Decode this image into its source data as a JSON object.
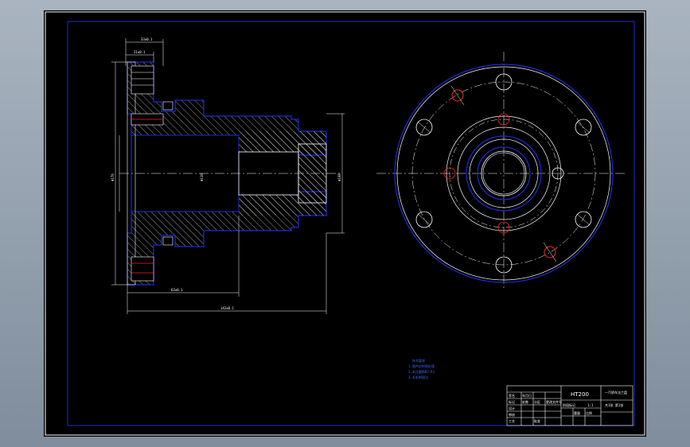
{
  "drawing": {
    "colors": {
      "frame": "#ffffff",
      "border": "#1f2bd6",
      "line": "#ffffff",
      "hatch": "#ffffff",
      "dim": "#ffffff",
      "center": "#ffffff",
      "highlight": "#ff2222",
      "note": "#3b6bff"
    },
    "dimensions": {
      "top_outer": "33±0.1",
      "top_inner": "21±0.1",
      "left_dia": "Φ170",
      "bore_dia": "Φ110",
      "right_dia": "Φ108",
      "bottom_inner": "63±0.1",
      "bottom_outer": "142±0.1"
    },
    "notes": [
      "技术要求",
      "1.铸件应时效处理",
      "2.未注圆角R2-R3",
      "3.去毛刺锐边"
    ],
    "title_block": {
      "material": "HT200",
      "part_name": "一汽轿车法兰盘",
      "scale": "1:1",
      "sheet": "共1张 第1张",
      "row_labels": [
        "标记",
        "处数",
        "分区",
        "更改文件号",
        "签名",
        "年月日"
      ],
      "roles": [
        "设计",
        "审核",
        "工艺",
        "批准"
      ],
      "extra": [
        "阶段标记",
        "重量",
        "比例"
      ]
    }
  }
}
